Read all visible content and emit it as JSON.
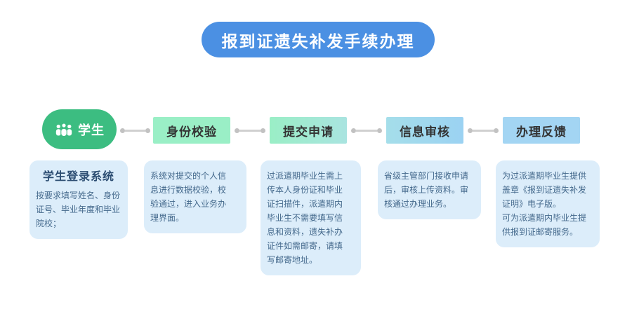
{
  "title": "报到证遗失补发手续办理",
  "flow": {
    "actor": {
      "label": "学生",
      "icon": "students-group-icon"
    },
    "steps": [
      {
        "label": "身份校验"
      },
      {
        "label": "提交申请"
      },
      {
        "label": "信息审核"
      },
      {
        "label": "办理反馈"
      }
    ]
  },
  "descriptions": [
    {
      "title": "学生登录系统",
      "lines": [
        "按要求填写姓名、身份",
        "证号、毕业年度和毕业",
        "院校；"
      ]
    },
    {
      "lines": [
        "系统对提交的个人信",
        "息进行数据校验，校",
        "验通过，进入业务办",
        "理界面。"
      ]
    },
    {
      "lines": [
        "过派遣期毕业生需上",
        "传本人身份证和毕业",
        "证扫描件，派遣期内",
        "毕业生不需要填写信",
        "息和资料，遗失补办",
        "证件如需邮寄，请填",
        "写邮寄地址。"
      ]
    },
    {
      "lines": [
        "省级主管部门接收申请",
        "后，审核上传资料。审",
        "核通过办理业务。"
      ]
    },
    {
      "lines": [
        "为过派遣期毕业生提供",
        "盖章《报到证遗失补发",
        "证明》电子版。",
        "可为派遣期内毕业生提",
        "供报到证邮寄服务。"
      ]
    }
  ],
  "colors": {
    "title_bg": "#4b90e3",
    "actor_bg": "#3cbd81",
    "step_identity_bg": "#9aefc6",
    "step_submit_bg_from": "#9aeec6",
    "step_submit_bg_to": "#a9e4e0",
    "step_review_bg_from": "#a5deea",
    "step_review_bg_to": "#9bd2f2",
    "step_feedback_bg": "#a3d5f3",
    "description_bg": "#dcedfa",
    "description_text": "#44698c",
    "description_title_text": "#2c4d72",
    "connector": "#c2c2c2"
  }
}
